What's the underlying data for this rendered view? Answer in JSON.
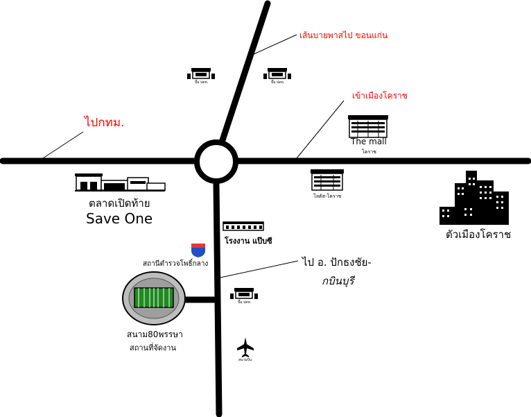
{
  "labels": {
    "to_khon_kaen": "เส้นบายพาสไป ขอนแก่น",
    "to_bangkok": "ไปกทม.",
    "into_korat": "เข้าเมืองโคราช",
    "the_mall": "The mall",
    "the_mall_sub": "โคราช",
    "lotus": "โลตัส-โคราช",
    "city": "ตัวเมืองโคราช",
    "market": "ตลาดเปิดท้าย",
    "save_one": "Save One",
    "factory": "โรงงาน แป๊บซี",
    "police": "สถานีตำรวจโพธิ์กลาง",
    "to_pak_thong_chai_1": "ไป อ. ปักธงชัย-",
    "to_pak_thong_chai_2": "กบินบุรี",
    "stadium_1": "สนาม80พรรษา",
    "stadium_2": "สถานที่จัดงาน",
    "gas_station": "ปั๊ม ปตท.",
    "airport": "สนามบิน"
  },
  "colors": {
    "road": "#000000",
    "highlight_text": "#ff0000",
    "field_green": "#1f8a1f",
    "shield_red": "#e53935",
    "shield_blue": "#1e4fc8"
  },
  "icons": [
    "gas-station-icon",
    "building-icon",
    "city-skyline-icon",
    "stadium-icon",
    "airplane-icon",
    "highway-shield-icon",
    "factory-icon",
    "market-icon"
  ]
}
